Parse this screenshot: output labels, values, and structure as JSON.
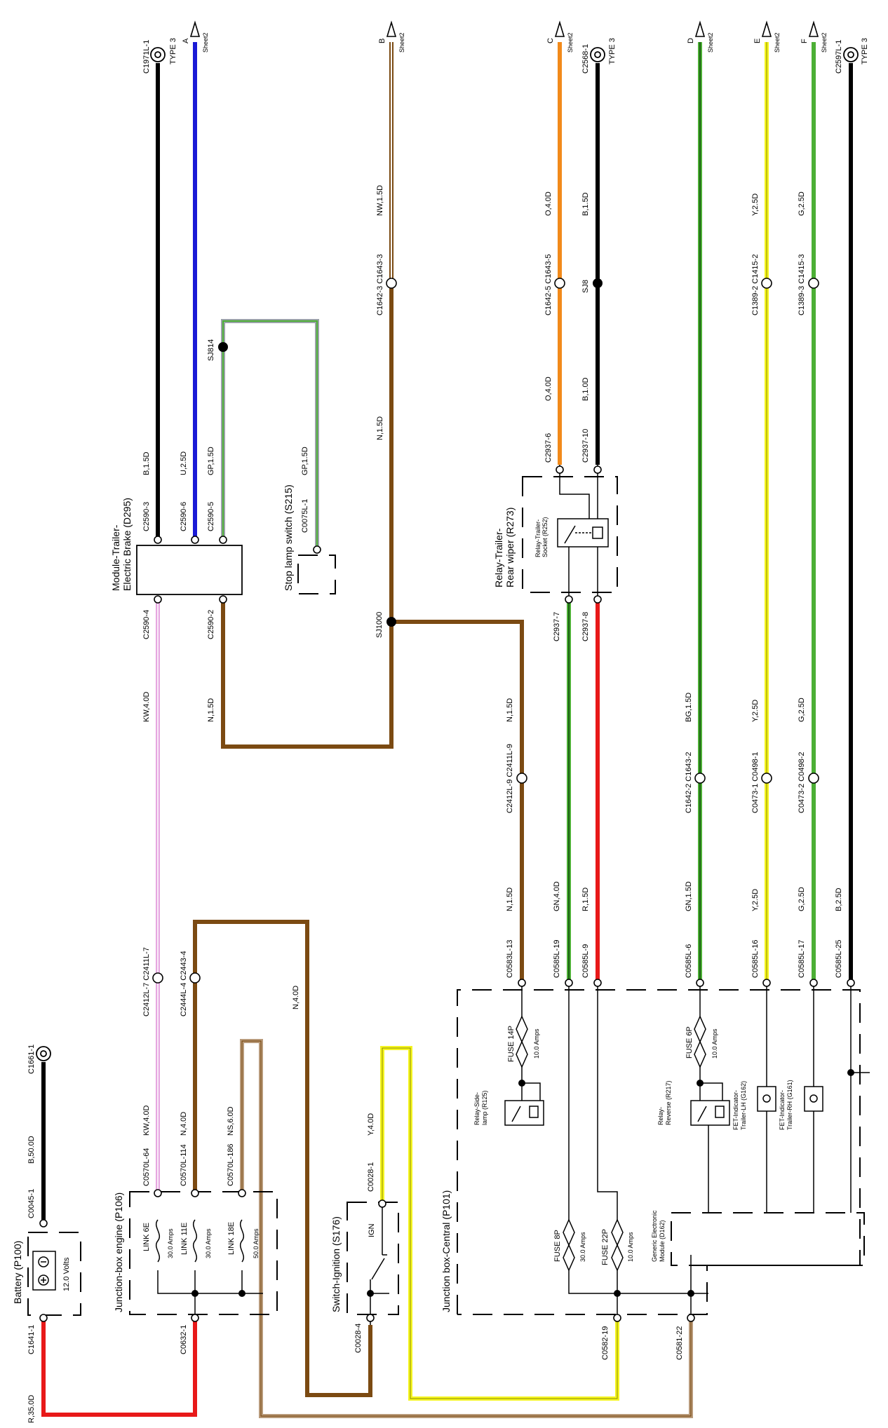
{
  "colors": {
    "black": "#000000",
    "blue": "#1a1ad6",
    "brown": "#7b4a12",
    "tan": "#b89a7a",
    "orange": "#f28a1a",
    "green": "#4caf35",
    "grey": "#9aa2a8",
    "pink": "#e6a7e0",
    "red": "#e81919",
    "yellow": "#f5f51f",
    "white": "#ffffff"
  },
  "sheet_refs": [
    {
      "letter": "A",
      "sheet": "Sheet2"
    },
    {
      "letter": "B",
      "sheet": "Sheet2"
    },
    {
      "letter": "C",
      "sheet": "Sheet2"
    },
    {
      "letter": "D",
      "sheet": "Sheet2"
    },
    {
      "letter": "E",
      "sheet": "Sheet2"
    },
    {
      "letter": "F",
      "sheet": "Sheet2"
    }
  ],
  "grounds": [
    {
      "conn": "C1971L-1",
      "type": "TYPE 3"
    },
    {
      "conn": "C2568-1",
      "type": "TYPE 3"
    },
    {
      "conn": "C2597L-1",
      "type": "TYPE 3"
    },
    {
      "conn": "C1661-1",
      "type": ""
    }
  ],
  "components": {
    "module": {
      "line1": "Module-Trailer-",
      "line2": "Electric Brake (D295)"
    },
    "stop_lamp": "Stop lamp switch (S215)",
    "relay_rear": {
      "line1": "Relay-Trailer-",
      "line2": "Rear wiper (R273)"
    },
    "relay_socket": {
      "line1": "Relay-Trailer-",
      "line2": "Socket (R252)"
    },
    "battery": "Battery (P100)",
    "battery_volts": "12.0 Volts",
    "jb_engine": "Junction-box engine (P106)",
    "switch_ign": "Switch-Ignition (S176)",
    "ign": "IGN",
    "jb_central": "Junction box-Central (P101)",
    "relay_side": {
      "line1": "Relay-Side-",
      "line2": "lamp (R125)"
    },
    "relay_reverse": {
      "line1": "Relay-",
      "line2": "Reverse (R217)"
    },
    "fet_lh": {
      "line1": "FET-Indicator-",
      "line2": "Trailer-LH (G162)"
    },
    "fet_rh": {
      "line1": "FET-Indicator-",
      "line2": "Trailer-RH (G161)"
    },
    "gem": {
      "line1": "Generic Electronic",
      "line2": "Module (D162)"
    }
  },
  "fuses": [
    {
      "name": "LINK 6E",
      "rating": "30.0 Amps"
    },
    {
      "name": "LINK 11E",
      "rating": "30.0 Amps"
    },
    {
      "name": "LINK 18E",
      "rating": "50.0 Amps"
    },
    {
      "name": "FUSE 14P",
      "rating": "10.0 Amps"
    },
    {
      "name": "FUSE 6P",
      "rating": "10.0 Amps"
    },
    {
      "name": "FUSE 8P",
      "rating": "30.0 Amps"
    },
    {
      "name": "FUSE 22P",
      "rating": "10.0 Amps"
    }
  ],
  "splices": [
    "SJ814",
    "SJ1000",
    "SJ8"
  ],
  "wire_labels": [
    "B,1.5D",
    "U,2.5D",
    "GP,1.5D",
    "GP,1.5D",
    "NW,1.5D",
    "N,1.5D",
    "O,4.0D",
    "O,4.0D",
    "B,1.5D",
    "B,1.0D",
    "G,2.5D",
    "Y,2.5D",
    "KW,4.0D",
    "N,1.5D",
    "N,1.5D",
    "BG,1.5D",
    "Y,2.5D",
    "G,2.5D",
    "N,1.5D",
    "GN,4.0D",
    "R,1.5D",
    "GN,1.5D",
    "Y,2.5D",
    "G,2.5D",
    "B,2.5D",
    "KW,4.0D",
    "N,4.0D",
    "NS,6.0D",
    "N,4.0D",
    "Y,4.0D",
    "B,50.0D",
    "R,35.0D"
  ],
  "connectors": [
    "C2590-3",
    "C2590-6",
    "C2590-5",
    "C0075L-1",
    "C2590-4",
    "C2590-2",
    "C1642-3 C1643-3",
    "SJ1000",
    "C1642-5 C1643-5",
    "C2937-6",
    "C2937-10",
    "C2937-7",
    "C2937-8",
    "C1389-2 C1415-2",
    "C1389-3 C1415-3",
    "C2412L-9 C2411L-9",
    "C1642-2 C1643-2",
    "C0473-1 C0498-1",
    "C0473-2 C0498-2",
    "C2412L-7 C2411L-7",
    "C2444L-4 C2443-4",
    "C0583L-13",
    "C0585L-19",
    "C0585L-9",
    "C0585L-6",
    "C0585L-16",
    "C0585L-17",
    "C0585L-25",
    "C0570L-64",
    "C0570L-114",
    "C0570L-186",
    "C0045-1",
    "C1641-1",
    "C0632-1",
    "C0028-1",
    "C0028-4",
    "C0582-19",
    "C0581-22"
  ]
}
